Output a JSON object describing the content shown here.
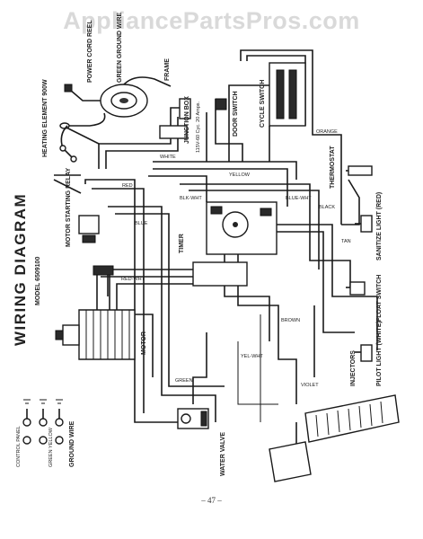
{
  "watermark": "AppliancePartsPros.com",
  "page_number": "– 47 –",
  "diagram": {
    "title": "WIRING DIAGRAM",
    "model": "MODEL 6509100",
    "labels": {
      "power_cord": "POWER CORD REEL",
      "green_ground": "GREEN GROUND WIRE",
      "frame": "FRAME",
      "heating_element": "HEATING ELEMENT 900W",
      "junction_box": "JUNCTION BOX",
      "junction_rating": "115V-60 Cyc. 20 Amps.",
      "door_switch": "DOOR SWITCH",
      "cycle_switch": "CYCLE SWITCH",
      "thermostat": "THERMOSTAT",
      "timer": "TIMER",
      "motor_relay": "MOTOR STARTING RELAY",
      "motor": "MOTOR",
      "sanitize_light": "SANITIZE LIGHT (RED)",
      "float_switch": "FLOAT SWITCH",
      "pilot_light": "PILOT LIGHT (WHITE)",
      "injectors": "INJECTORS",
      "water_valve": "WATER VALVE",
      "control_panel": "CONTROL PANEL",
      "ground_wire": "GROUND WIRE",
      "green_yellow": "GREEN YELLOW"
    },
    "wire_labels": {
      "white": "WHITE",
      "black": "BLACK",
      "red": "RED",
      "blue": "BLUE",
      "yellow": "YELLOW",
      "brown": "BROWN",
      "orange": "ORANGE",
      "green": "GREEN",
      "violet": "VIOLET",
      "tan": "TAN",
      "blue_white": "BLUE-WHT",
      "black_white": "BLK-WHT",
      "red_white": "RED-WHT",
      "yellow_white": "YEL-WHT"
    }
  }
}
